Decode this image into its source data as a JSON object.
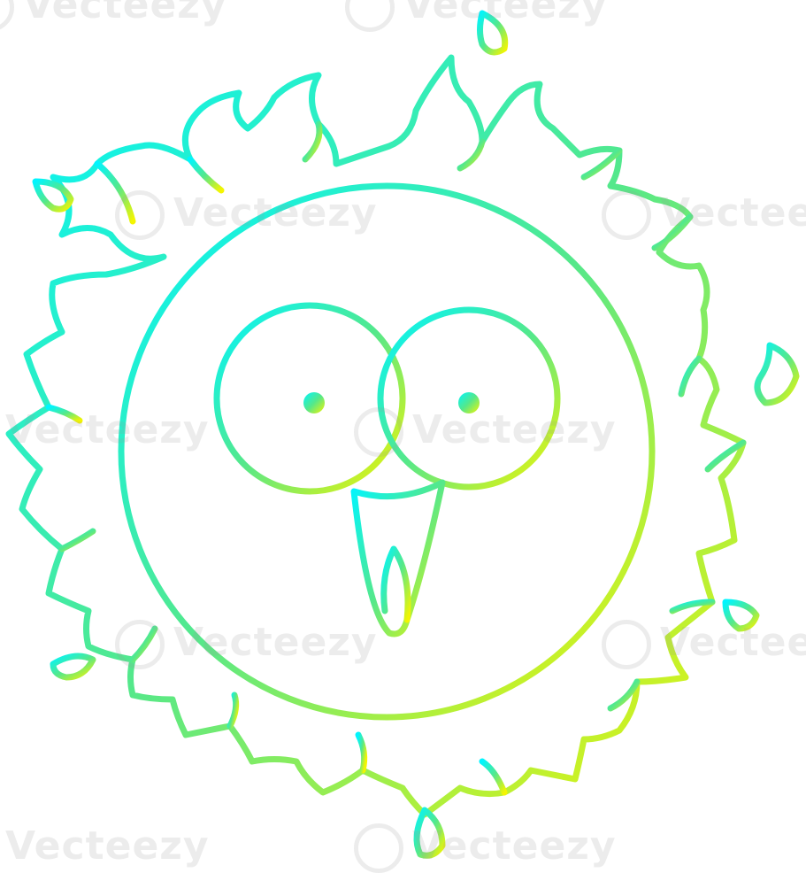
{
  "illustration": {
    "subject": "happy-sun-cartoon",
    "style": "line-art",
    "gradient": {
      "start": "#00f5ff",
      "mid": "#55e88a",
      "end": "#f5f500"
    },
    "background": "#ffffff"
  },
  "watermark": {
    "text": "Vecteezy",
    "color": "#9a9a9a"
  }
}
